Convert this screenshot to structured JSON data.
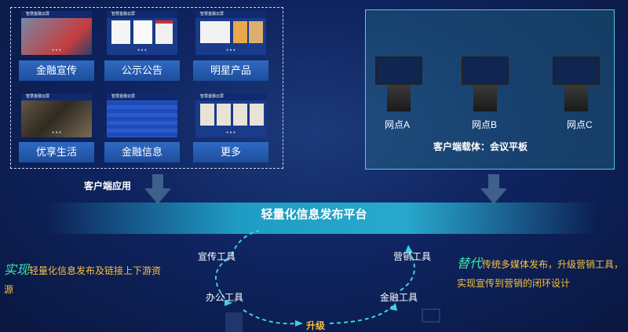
{
  "client_apps": {
    "caption": "客户端应用",
    "items": [
      {
        "label": "金融宣传",
        "thumb_title": "智慧金融云屏"
      },
      {
        "label": "公示公告",
        "thumb_title": "智慧金融云屏"
      },
      {
        "label": "明星产品",
        "thumb_title": "智慧金融云屏"
      },
      {
        "label": "优享生活",
        "thumb_title": "智慧金融云屏"
      },
      {
        "label": "金融信息",
        "thumb_title": "智慧金融云屏"
      },
      {
        "label": "更多",
        "thumb_title": "智慧金融云屏"
      }
    ]
  },
  "client_carrier": {
    "caption": "客户端载体：会议平板",
    "devices": [
      {
        "label": "网点A"
      },
      {
        "label": "网点B"
      },
      {
        "label": "网点C"
      }
    ]
  },
  "platform": {
    "title": "轻量化信息发布平台",
    "tools": {
      "promo": "宣传工具",
      "office": "办公工具",
      "marketing": "营销工具",
      "finance": "金融工具"
    },
    "upgrade": "升级"
  },
  "left_slogan": {
    "em": "实现",
    "text": "轻量化信息发布及链接上下游资源"
  },
  "right_slogan": {
    "em": "替代",
    "text": "传统多媒体发布，升级营销工具，实现宣传到营销的闭环设计"
  },
  "colors": {
    "accent_yellow": "#f6c140",
    "accent_green": "#3ee6a6",
    "banner_cyan": "#28a9cc"
  }
}
